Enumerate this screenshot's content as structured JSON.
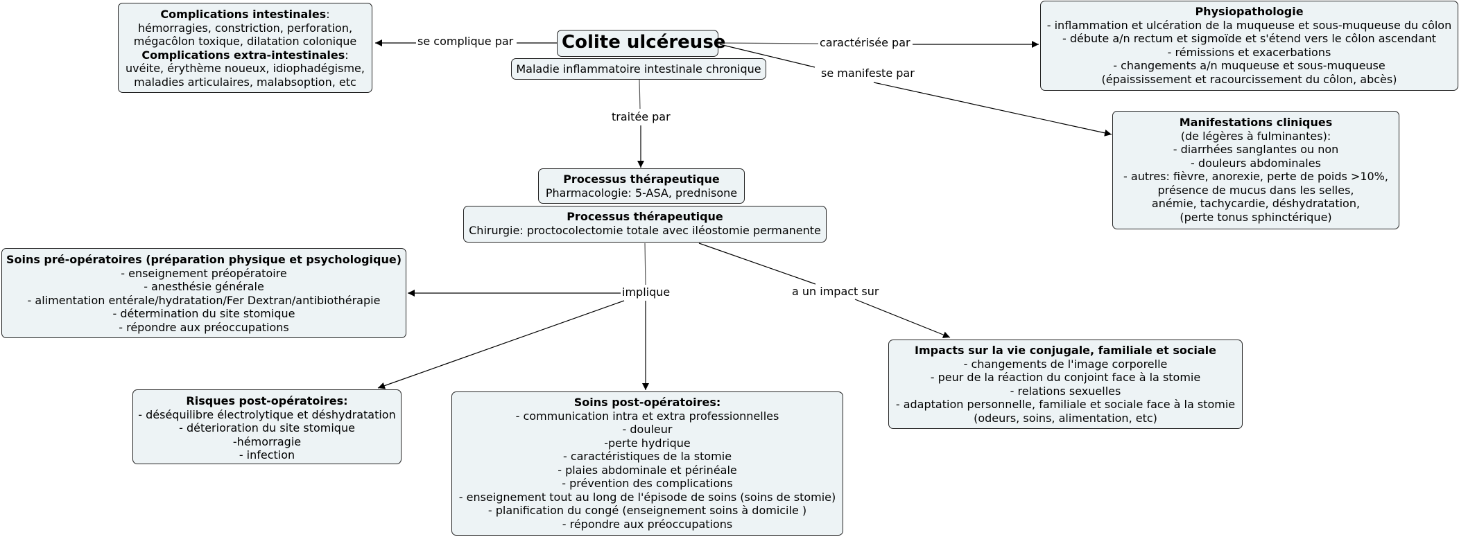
{
  "diagram": {
    "central": {
      "title": "Colite ulcéreuse",
      "subtitle": "Maladie inflammatoire intestinale chronique"
    },
    "complications": {
      "heading1": "Complications intestinales",
      "heading1_suffix": ":",
      "lines1": [
        "hémorragies, constriction, perforation,",
        "mégacôlon toxique, dilatation colonique"
      ],
      "heading2": "Complications extra-intestinales",
      "heading2_suffix": ":",
      "lines2": [
        "uvéite, érythème noueux, idiophadégisme,",
        "maladies articulaires, malabsoption, etc"
      ]
    },
    "physiopathologie": {
      "title": "Physiopathologie",
      "lines": [
        "- inflammation et ulcération de la muqueuse et sous-muqueuse du côlon",
        "- débute a/n rectum et sigmoïde et s'étend vers le côlon ascendant",
        "- rémissions et exacerbations",
        "- changements a/n muqueuse et sous-muqueuse",
        "(épaississement et racourcissement du côlon, abcès)"
      ]
    },
    "manifestations": {
      "title": "Manifestations cliniques",
      "lines": [
        "(de légères à fulminantes):",
        "- diarrhées sanglantes ou non",
        "- douleurs abdominales",
        "- autres: fièvre, anorexie, perte de poids >10%,",
        "présence de mucus dans les selles,",
        "anémie, tachycardie, déshydratation,",
        "(perte tonus sphinctérique)"
      ]
    },
    "therapy_pharma": {
      "title": "Processus thérapeutique",
      "lines": [
        "Pharmacologie: 5-ASA, prednisone"
      ]
    },
    "therapy_surgery": {
      "title": "Processus thérapeutique",
      "lines": [
        "Chirurgie: proctocolectomie totale avec iléostomie permanente"
      ]
    },
    "pre_op": {
      "title": "Soins pré-opératoires (préparation physique et psychologique)",
      "lines": [
        "- enseignement préopératoire",
        "- anesthésie générale",
        "- alimentation entérale/hydratation/Fer Dextran/antibiothérapie",
        "- détermination du site stomique",
        "- répondre aux préoccupations"
      ]
    },
    "risks": {
      "title": "Risques post-opératoires:",
      "lines": [
        "- déséquilibre électrolytique et déshydratation",
        "- déterioration du site stomique",
        "-hémorragie",
        "- infection"
      ]
    },
    "post_op": {
      "title": "Soins post-opératoires:",
      "lines": [
        "- communication intra et extra professionnelles",
        "- douleur",
        "-perte hydrique",
        "- caractéristiques de la stomie",
        "- plaies abdominale et périnéale",
        "- prévention des complications",
        "- enseignement tout au long de l'épisode de soins (soins de stomie)",
        "- planification du congé (enseignement soins à domicile )",
        "- répondre aux préoccupations"
      ]
    },
    "impacts": {
      "title": "Impacts sur la vie conjugale, familiale et sociale",
      "lines": [
        "- changements de l'image corporelle",
        "- peur de la réaction du conjoint face à la stomie",
        "- relations sexuelles",
        "- adaptation personnelle, familiale et sociale face à la stomie",
        "(odeurs, soins, alimentation, etc)"
      ]
    },
    "link_labels": {
      "se_complique_par": "se complique par",
      "caracterisee_par": "caractérisée par",
      "se_manifeste_par": "se manifeste par",
      "traitee_par": "traitée par",
      "implique": "implique",
      "a_un_impact_sur": "a un impact sur"
    },
    "colors": {
      "node_fill": "#edf3f5",
      "node_border": "#222222",
      "link": "#000000"
    }
  }
}
